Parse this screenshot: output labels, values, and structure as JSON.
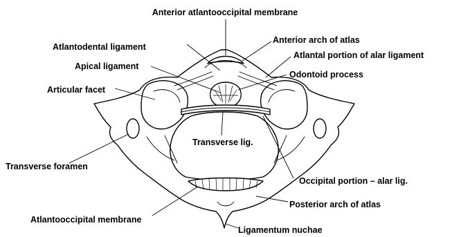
{
  "labels": {
    "anterior_atlantooccipital_membrane": "Anterior atlantooccipital membrane",
    "anterior_arch_of_atlas": "Anterior arch of atlas",
    "atlantodental_ligament": "Atlantodental ligament",
    "atlantal_portion_of_alar_ligament": "Atlantal portion of alar ligament",
    "apical_ligament": "Apical ligament",
    "odontoid_process": "Odontoid process",
    "articular_facet": "Articular facet",
    "transverse_lig": "Transverse lig.",
    "transverse_foramen": "Transverse foramen",
    "occipital_portion_alar_lig": "Occipital portion – alar lig.",
    "atlantooccipital_membrane": "Atlantooccipital membrane",
    "posterior_arch_of_atlas": "Posterior arch of atlas",
    "ligamentum_nuchae": "Ligamentum nuchae"
  }
}
